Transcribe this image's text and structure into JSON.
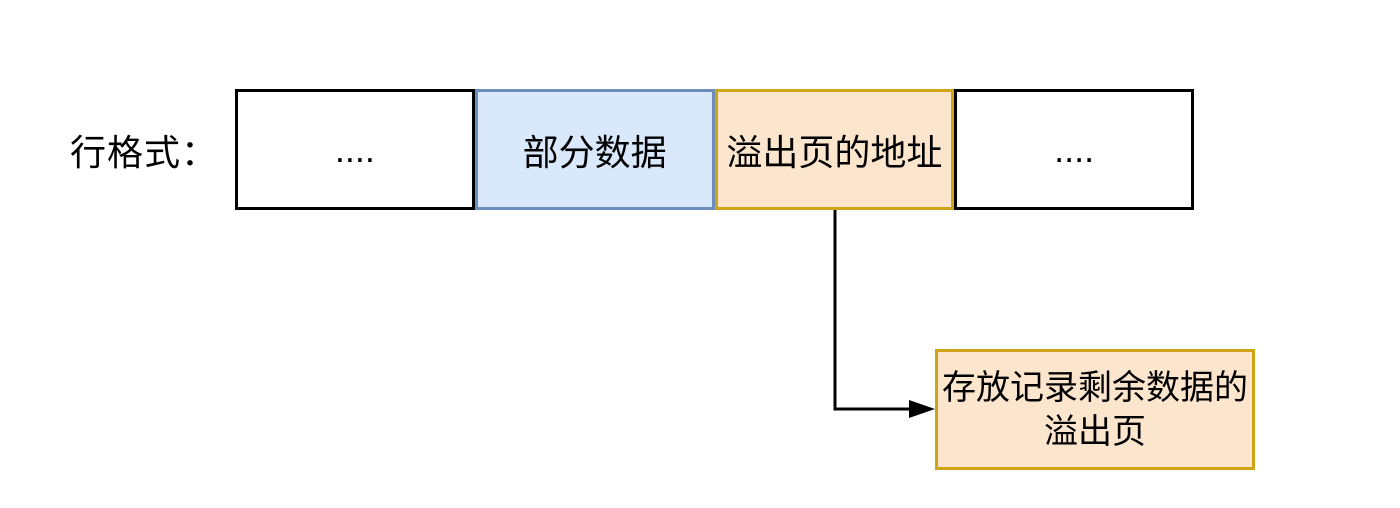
{
  "diagram": {
    "row_label": "行格式：",
    "row": {
      "cells": [
        {
          "label": "....",
          "type": "plain"
        },
        {
          "label": "部分数据",
          "type": "highlight-blue"
        },
        {
          "label": "溢出页的地址",
          "type": "highlight-orange"
        },
        {
          "label": "....",
          "type": "plain"
        }
      ]
    },
    "overflow_box": {
      "label": "存放记录剩余数据的\n溢出页"
    },
    "arrow": {
      "from": "row-cell-overflow-address",
      "to": "overflow-page-box"
    }
  },
  "colors": {
    "background": "#FFFFFF",
    "text": "#000000",
    "plain_border": "#000000",
    "blue_fill": "#DAE8FC",
    "blue_border": "#6C8EBF",
    "orange_fill": "#FCE5CD",
    "orange_border": "#D0A417",
    "line": "#000000"
  }
}
